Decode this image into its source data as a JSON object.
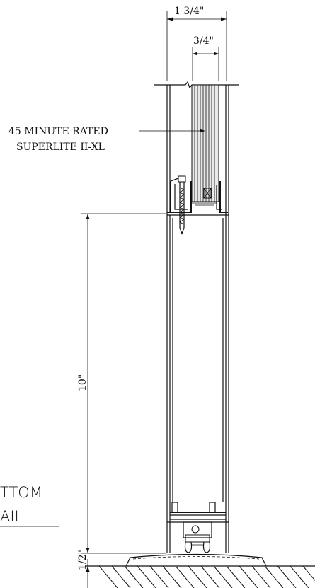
{
  "dimensions": {
    "overall_width": "1 3/4\"",
    "glass_width": "3/4\"",
    "rail_height": "10\"",
    "floor_gap": "1/2\""
  },
  "glazing_callout": {
    "line1": "45 MINUTE RATED",
    "line2": "SUPERLITE II-XL"
  },
  "detail_title": {
    "line1": "TTOM",
    "line2": "AIL"
  }
}
